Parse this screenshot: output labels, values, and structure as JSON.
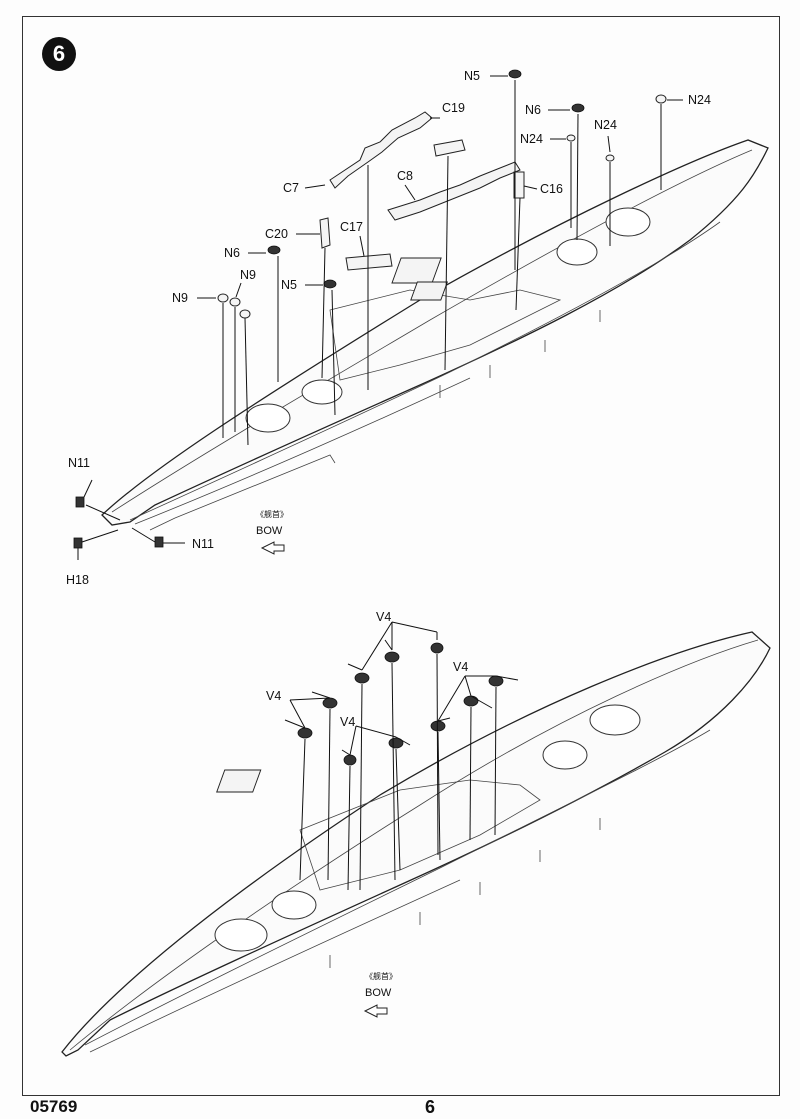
{
  "step_number": "6",
  "footer": {
    "code": "05769",
    "page": "6"
  },
  "bow": {
    "cn": "《舰首》",
    "en": "BOW"
  },
  "top_labels": {
    "n5_a": "N5",
    "n6_a": "N6",
    "n24_a": "N24",
    "c19": "C19",
    "n24_b": "N24",
    "n24_c": "N24",
    "c7": "C7",
    "c8": "C8",
    "c16": "C16",
    "c20": "C20",
    "c17": "C17",
    "n6_b": "N6",
    "n9_a": "N9",
    "n5_b": "N5",
    "n9_b": "N9",
    "n11_a": "N11",
    "n11_b": "N11",
    "h18": "H18"
  },
  "bottom_labels": {
    "v4_a": "V4",
    "v4_b": "V4",
    "v4_c": "V4",
    "v4_d": "V4"
  }
}
